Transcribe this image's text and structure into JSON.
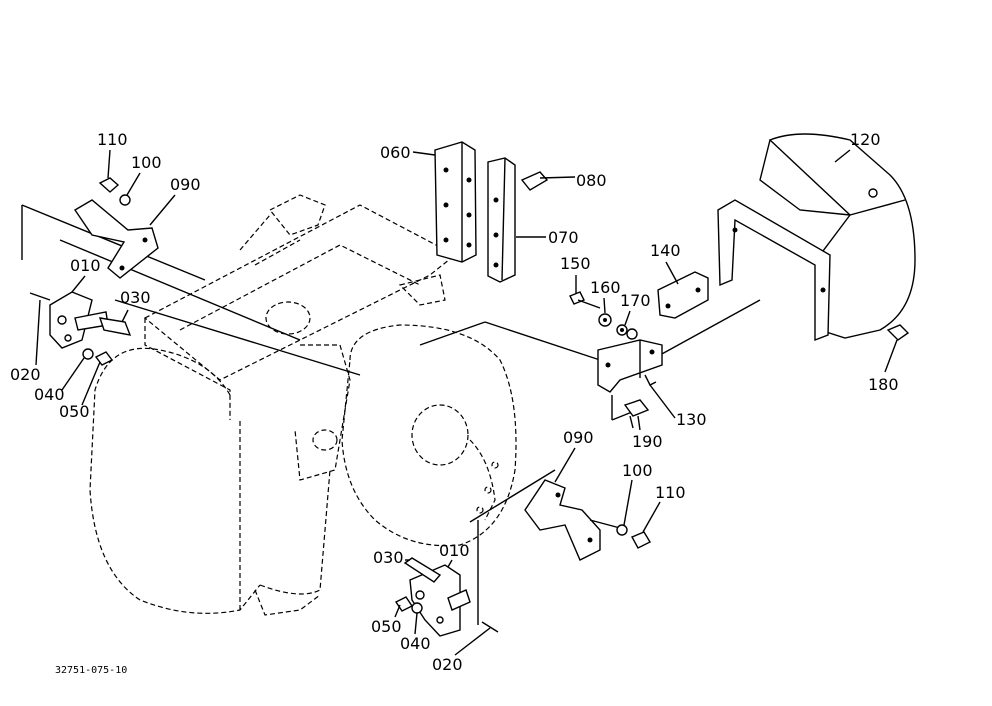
{
  "labels": {
    "p010a": "010",
    "p010b": "010",
    "p020a": "020",
    "p020b": "020",
    "p030a": "030",
    "p030b": "030",
    "p040a": "040",
    "p040b": "040",
    "p050a": "050",
    "p050b": "050",
    "p060": "060",
    "p070": "070",
    "p080": "080",
    "p090a": "090",
    "p090b": "090",
    "p100a": "100",
    "p100b": "100",
    "p110a": "110",
    "p110b": "110",
    "p120": "120",
    "p130": "130",
    "p140": "140",
    "p150": "150",
    "p160": "160",
    "p170": "170",
    "p180": "180",
    "p190": "190"
  },
  "drawing_code": "32751-075-10"
}
